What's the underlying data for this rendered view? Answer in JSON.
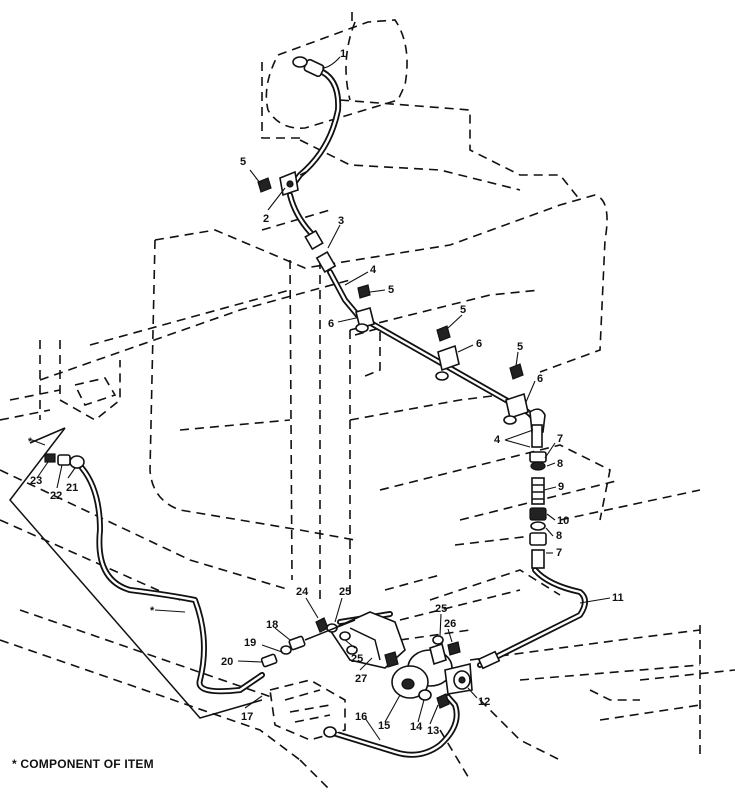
{
  "callouts": {
    "c1": "1",
    "c2": "2",
    "c3": "3",
    "c4a": "4",
    "c4b": "4",
    "c5a": "5",
    "c5b": "5",
    "c5c": "5",
    "c5d": "5",
    "c6a": "6",
    "c6b": "6",
    "c6c": "6",
    "c7a": "7",
    "c7b": "7",
    "c8a": "8",
    "c8b": "8",
    "c9": "9",
    "c10": "10",
    "c11": "11",
    "c12": "12",
    "c13": "13",
    "c14": "14",
    "c15": "15",
    "c16": "16",
    "c17": "17",
    "c18": "18",
    "c19": "19",
    "c20": "20",
    "c21": "21",
    "c22": "22",
    "c23": "23",
    "c24": "24",
    "c25a": "25",
    "c25b": "25",
    "c25c": "25",
    "c26": "26",
    "c27": "27",
    "star1": "*",
    "star2": "*"
  },
  "footnote": "* COMPONENT OF ITEM"
}
